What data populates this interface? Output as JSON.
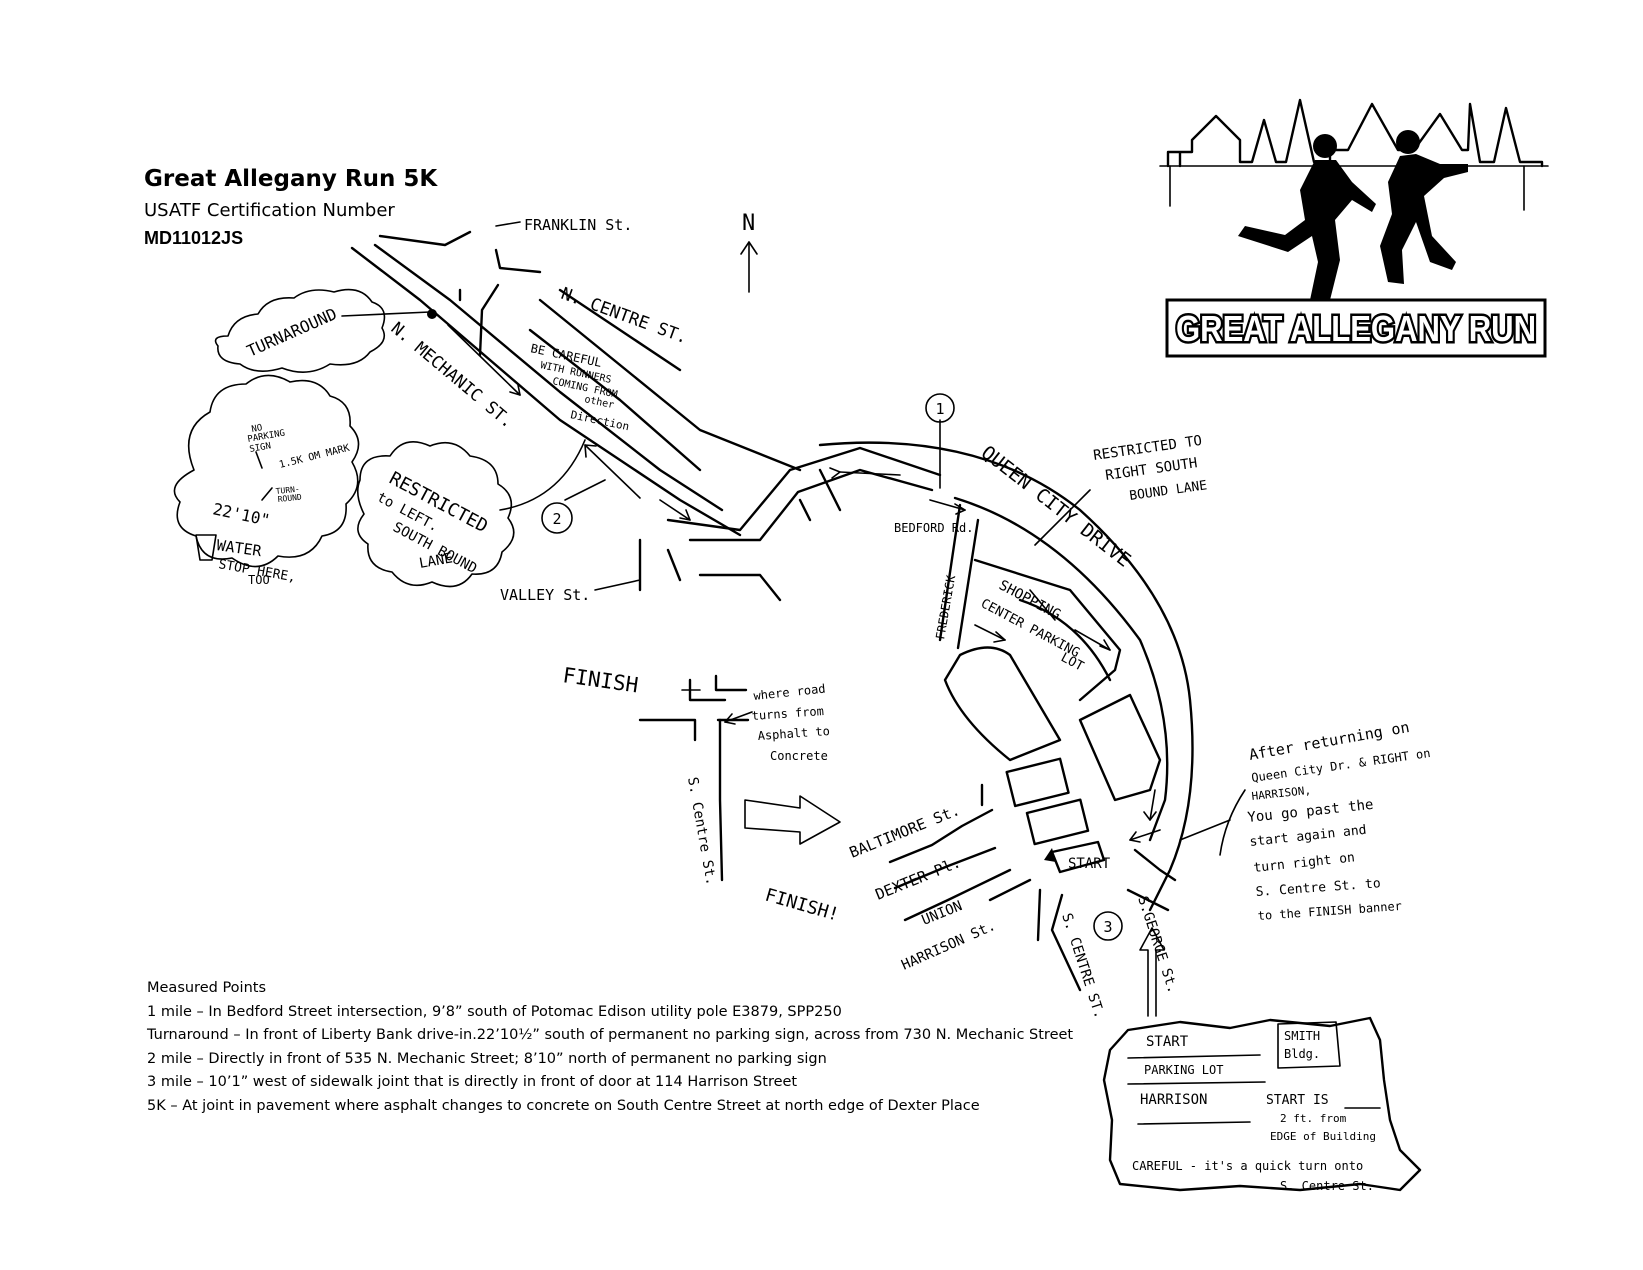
{
  "header": {
    "title": "Great Allegany Run 5K",
    "subtitle": "USATF Certification Number",
    "cert_number": "MD11012JS"
  },
  "logo": {
    "text": "GREAT ALLEGANY RUN"
  },
  "map": {
    "north": "N",
    "streets": {
      "franklin": "FRANKLIN St.",
      "n_centre": "N. CENTRE ST.",
      "n_mechanic": "N. MECHANIC ST.",
      "valley": "VALLEY St.",
      "queen_city": "QUEEN CITY DRIVE",
      "bedford": "BEDFORD Rd.",
      "frederick": "FREDERICK",
      "baltimore": "BALTIMORE St.",
      "dexter": "DEXTER Pl.",
      "union": "UNION",
      "harrison": "HARRISON St.",
      "s_centre_lower": "S. CENTRE ST.",
      "s_george": "S.GEORGE St.",
      "s_centre_upper": "S. Centre St."
    },
    "markers": {
      "mile1": "1",
      "mile2": "2",
      "mile3": "3"
    },
    "turnaround": "TURNAROUND",
    "notes": {
      "careful": [
        "BE CAREFUL",
        "WITH RUNNERS",
        "COMING FROM",
        "other",
        "Direction"
      ],
      "restricted_left": [
        "RESTRICTED",
        "to LEFT.",
        "SOUTH BOUND",
        "LANE"
      ],
      "restricted_right": [
        "RESTRICTED TO",
        "RIGHT SOUTH",
        "BOUND LANE"
      ],
      "parking_sign": [
        "NO",
        "PARKING",
        "SIGN"
      ],
      "mark_15k": "1.5K OM MARK",
      "turnaround_small": [
        "TURN-",
        "ROUND"
      ],
      "distance": "22'10\"",
      "water": [
        "WATER",
        "STOP HERE,",
        "TOO"
      ],
      "shopping": [
        "SHOPPING",
        "CENTER PARKING",
        "LOT"
      ],
      "finish_upper": "FINISH",
      "asphalt": [
        "where road",
        "turns from",
        "Asphalt to",
        "Concrete"
      ],
      "finish_lower": "FINISH!",
      "start": "START",
      "after": [
        "After returning on",
        "Queen City Dr. & RIGHT on",
        "HARRISON,",
        "You go past the",
        "start again and",
        "turn right on",
        "S. Centre St. to",
        "to the FINISH banner"
      ]
    },
    "inset": {
      "start": "START",
      "parking_lot": "PARKING LOT",
      "smith": [
        "SMITH",
        "Bldg."
      ],
      "harrison": "HARRISON",
      "start_is": [
        "START IS",
        "2 ft. from",
        "EDGE of Building"
      ],
      "careful": [
        "CAREFUL - it's a quick turn onto",
        "S. Centre St."
      ]
    }
  },
  "measured_points": {
    "heading": "Measured Points",
    "items": [
      "1 mile – In Bedford Street intersection, 9’8” south of Potomac Edison utility pole E3879, SPP250",
      "Turnaround – In front of Liberty Bank drive-in.22’10½” south of permanent no parking sign, across from 730 N. Mechanic Street",
      "2 mile – Directly in front of 535 N. Mechanic Street; 8’10” north of permanent no parking sign",
      "3 mile – 10’1”  west of sidewalk joint that is directly in front of door at 114 Harrison Street",
      "5K – At joint in pavement where asphalt changes to concrete on South Centre Street at north edge of Dexter Place"
    ]
  }
}
